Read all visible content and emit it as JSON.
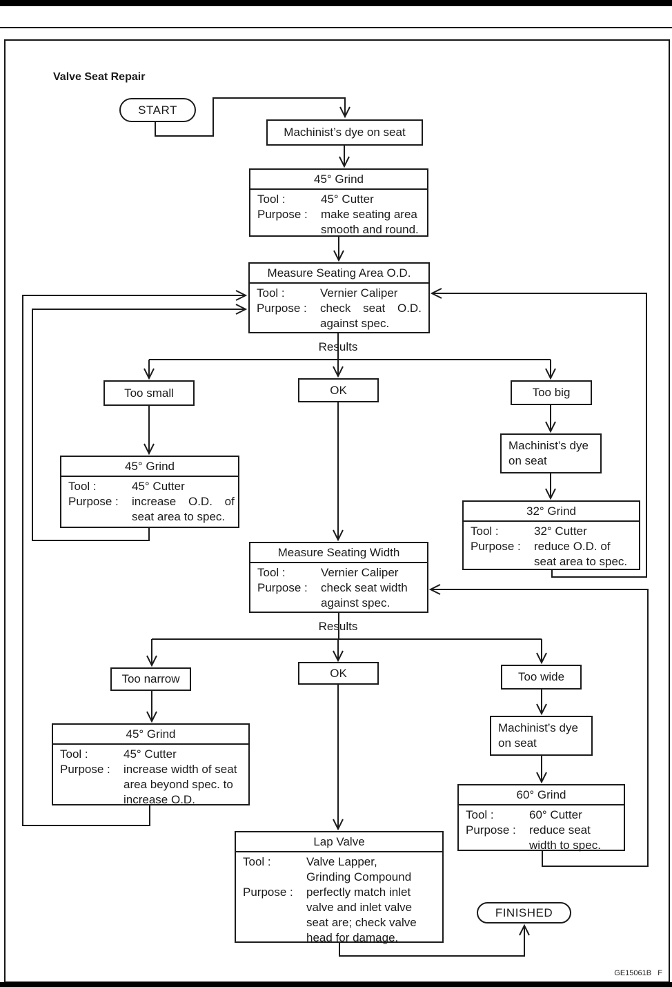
{
  "page": {
    "title": "Valve Seat Repair",
    "footer_code": "GE15061B   F"
  },
  "labels": {
    "tool": "Tool :",
    "purpose": "Purpose :",
    "results": "Results"
  },
  "terminals": {
    "start": "START",
    "finished": "FINISHED"
  },
  "nodes": {
    "dye_top": {
      "text": "Machinist’s dye on seat"
    },
    "grind45_top": {
      "title": "45° Grind",
      "tool": "45° Cutter",
      "purpose": [
        "make seating area",
        "smooth and round."
      ]
    },
    "measure_od": {
      "title": "Measure Seating Area O.D.",
      "tool": "Vernier Caliper",
      "purpose": [
        "check seat O.D.",
        "against spec."
      ]
    },
    "too_small": {
      "text": "Too small"
    },
    "ok1": {
      "text": "OK"
    },
    "too_big": {
      "text": "Too big"
    },
    "grind45_small": {
      "title": "45° Grind",
      "tool": "45° Cutter",
      "purpose": [
        "increase O.D. of",
        "seat area to spec."
      ]
    },
    "dye_big": {
      "lines": [
        "Machinist’s dye",
        "on seat"
      ]
    },
    "grind32": {
      "title": "32° Grind",
      "tool": "32° Cutter",
      "purpose": [
        "reduce O.D. of",
        "seat area to spec."
      ]
    },
    "measure_width": {
      "title": "Measure Seating Width",
      "tool": "Vernier Caliper",
      "purpose": [
        "check seat width",
        "against spec."
      ]
    },
    "too_narrow": {
      "text": "Too narrow"
    },
    "ok2": {
      "text": "OK"
    },
    "too_wide": {
      "text": "Too wide"
    },
    "grind45_narrow": {
      "title": "45° Grind",
      "tool": "45° Cutter",
      "purpose": [
        "increase width of seat",
        "area beyond spec. to",
        "increase O.D."
      ]
    },
    "dye_wide": {
      "lines": [
        "Machinist’s dye",
        "on seat"
      ]
    },
    "grind60": {
      "title": "60° Grind",
      "tool": "60° Cutter",
      "purpose": [
        "reduce seat",
        "width to spec."
      ]
    },
    "lap_valve": {
      "title": "Lap Valve",
      "tool": [
        "Valve Lapper,",
        "Grinding Compound"
      ],
      "purpose": [
        "perfectly match inlet",
        "valve and inlet valve",
        "seat are; check valve",
        "head for damage."
      ]
    }
  }
}
